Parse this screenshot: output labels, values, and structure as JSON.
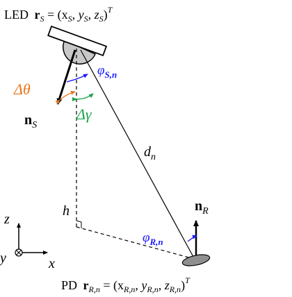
{
  "led_label": "LED",
  "led_position": "r",
  "led_position_sub": "S",
  "led_position_eq": " = (x",
  "led_xs": "S",
  "led_y": ", y",
  "led_ys": "S",
  "led_z": ", z",
  "led_zs": "S",
  "led_close": ")",
  "led_T": "T",
  "phi_s": "φ",
  "phi_s_sub": "S,n",
  "delta_theta": "Δθ",
  "delta_gamma": "Δγ",
  "n_s": "n",
  "n_s_sub": "S",
  "d_n": "d",
  "d_n_sub": "n",
  "h": "h",
  "n_r": "n",
  "n_r_sub": "R",
  "phi_r": "φ",
  "phi_r_sub": "R,n",
  "axis_z": "z",
  "axis_y": "y",
  "axis_x": "x",
  "pd_label": "PD",
  "pd_position": "r",
  "pd_position_sub": "R,n",
  "pd_eq": " = (x",
  "pd_x_sub": "R,n",
  "pd_y": ", y",
  "pd_y_sub": "R,n",
  "pd_z": ", z",
  "pd_z_sub": "R,n",
  "pd_close": ")",
  "pd_T": "T",
  "colors": {
    "phi_blue": "#1a1aff",
    "delta_theta_orange": "#e8741c",
    "delta_gamma_green": "#1aa34a",
    "led_fill": "#c8c8c8",
    "pd_fill": "#8f8f8f"
  }
}
